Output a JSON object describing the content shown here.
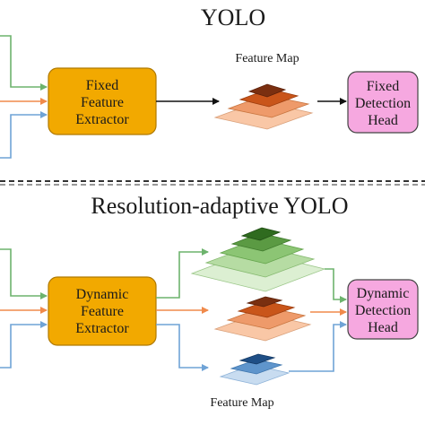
{
  "top_section": {
    "title": "YOLO",
    "feature_map_label": "Feature Map",
    "extractor_lines": [
      "Fixed",
      "Feature",
      "Extractor"
    ],
    "head_lines": [
      "Fixed",
      "Detection",
      "Head"
    ]
  },
  "bottom_section": {
    "title": "Resolution-adaptive YOLO",
    "feature_map_label": "Feature Map",
    "extractor_lines": [
      "Dynamic",
      "Feature",
      "Extractor"
    ],
    "head_lines": [
      "Dynamic",
      "Detection",
      "Head"
    ]
  },
  "colors": {
    "extractor_fill": "#f2a900",
    "extractor_stroke": "#b07a00",
    "head_fill": "#f6a8e0",
    "head_stroke": "#444444",
    "green_arrow": "#6db36d",
    "orange_arrow": "#f08a4b",
    "blue_arrow": "#6fa3d6",
    "divider": "#333333"
  }
}
